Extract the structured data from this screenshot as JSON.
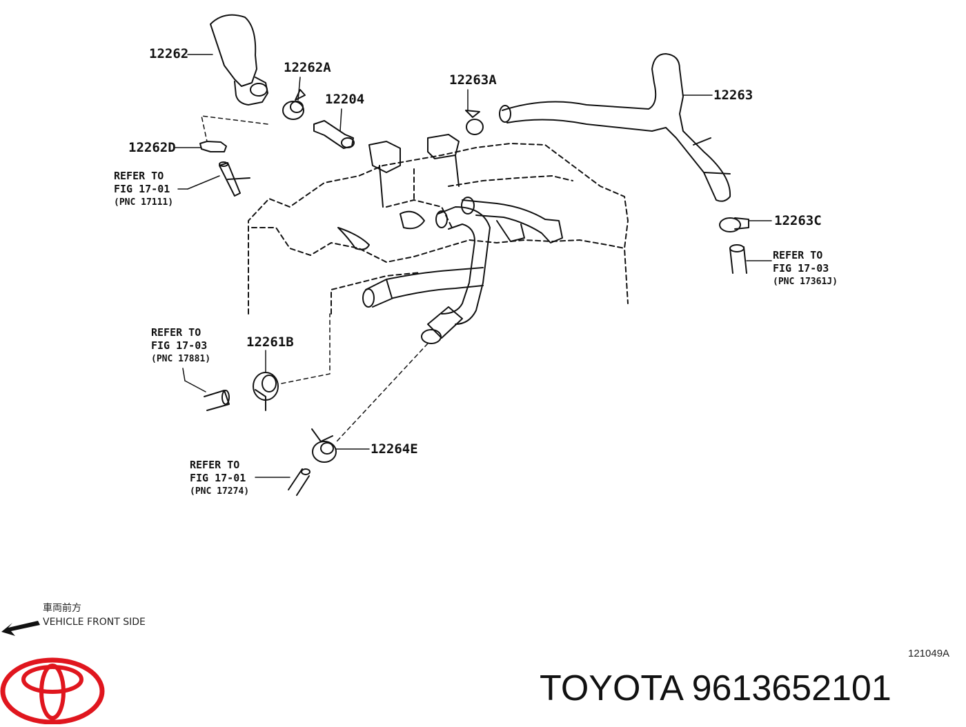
{
  "labels": {
    "p12262": "12262",
    "p12262A": "12262A",
    "p12204": "12204",
    "p12263A": "12263A",
    "p12263": "12263",
    "p12262D": "12262D",
    "p12263C": "12263C",
    "p12261B": "12261B",
    "p12264E": "12264E"
  },
  "references": [
    {
      "line1": "REFER TO",
      "line2": "FIG 17-01",
      "line3": "(PNC 17111)"
    },
    {
      "line1": "REFER TO",
      "line2": "FIG 17-03",
      "line3": "(PNC 17361J)"
    },
    {
      "line1": "REFER TO",
      "line2": "FIG 17-03",
      "line3": "(PNC 17881)"
    },
    {
      "line1": "REFER TO",
      "line2": "FIG 17-01",
      "line3": "(PNC 17274)"
    }
  ],
  "front_indicator": {
    "japanese": "車両前方",
    "english": "VEHICLE FRONT SIDE"
  },
  "figure_code": "121049A",
  "part_title": "TOYOTA 9613652101",
  "colors": {
    "line": "#111111",
    "logo_red": "#e0161e"
  }
}
